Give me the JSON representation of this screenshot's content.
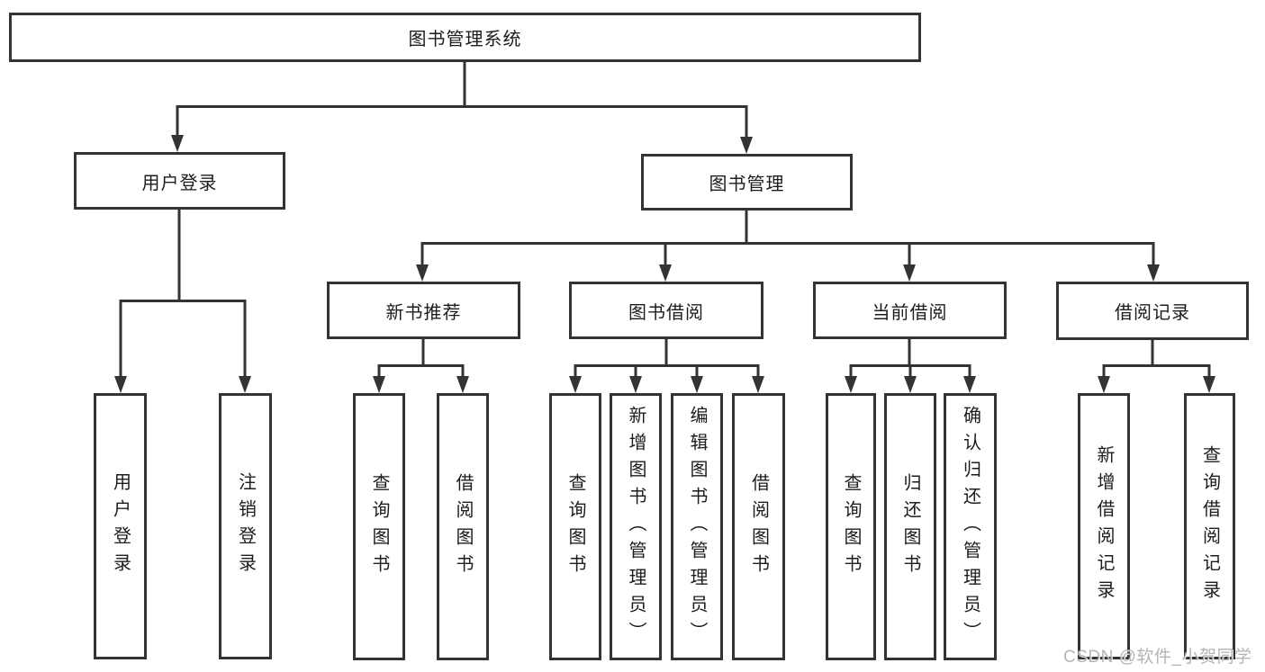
{
  "colors": {
    "line": "#333333",
    "box_border": "#333333",
    "box_fill": "#ffffff",
    "text": "#1c1c1c",
    "watermark": "#a8a8aa"
  },
  "diagram": {
    "title": "图书管理系统",
    "level2": {
      "user_login": "用户登录",
      "book_mgmt": "图书管理"
    },
    "user_login_children": {
      "login": "用户登录",
      "logout": "注销登录"
    },
    "book_mgmt_children": {
      "new_book_rec": "新书推荐",
      "book_borrow": "图书借阅",
      "current_borrow": "当前借阅",
      "borrow_records": "借阅记录"
    },
    "new_book_rec_children": {
      "query_books": "查询图书",
      "borrow_books": "借阅图书"
    },
    "book_borrow_children": {
      "query_books": "查询图书",
      "add_books": "新增图书（管理员）",
      "edit_books": "编辑图书（管理员）",
      "borrow_books": "借阅图书"
    },
    "current_borrow_children": {
      "query_books": "查询图书",
      "return_books": "归还图书",
      "confirm_return": "确认归还（管理员）"
    },
    "borrow_records_children": {
      "add_record": "新增借阅记录",
      "query_record": "查询借阅记录"
    }
  },
  "watermark": "CSDN @软件_小贺同学"
}
